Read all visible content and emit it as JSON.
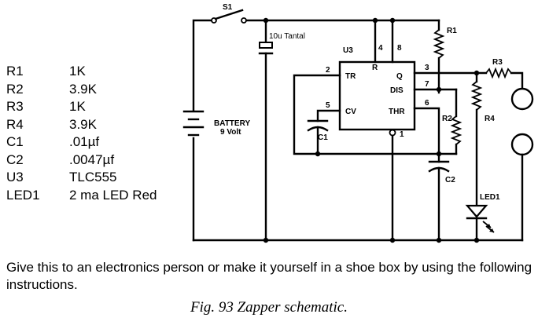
{
  "parts_list": [
    {
      "ref": "R1",
      "value": "1K"
    },
    {
      "ref": "R2",
      "value": "3.9K"
    },
    {
      "ref": "R3",
      "value": "1K"
    },
    {
      "ref": "R4",
      "value": "3.9K"
    },
    {
      "ref": "C1",
      "value": ".01µf"
    },
    {
      "ref": "C2",
      "value": ".0047µf"
    },
    {
      "ref": "U3",
      "value": "TLC555"
    },
    {
      "ref": "LED1",
      "value": "2 ma LED Red"
    }
  ],
  "schematic": {
    "switch_label": "S1",
    "cap_label": "10u Tantal",
    "battery_label": "BATTERY",
    "battery_voltage": "9 Volt",
    "ic_ref": "U3",
    "pin_labels": {
      "tr": "TR",
      "r": "R",
      "q": "Q",
      "dis": "DIS",
      "cv": "CV",
      "thr": "THR"
    },
    "pin_numbers": {
      "p4": "4",
      "p8": "8",
      "p2": "2",
      "p3": "3",
      "p7": "7",
      "p5": "5",
      "p6": "6",
      "p1": "1"
    },
    "r1_label": "R1",
    "r2_label": "R2",
    "r3_label": "R3",
    "r4_label": "R4",
    "c1_label": "C1",
    "c2_label": "C2",
    "led_label": "LED1"
  },
  "caption": "Give this to an electronics person or make it yourself in a shoe box by using the following instructions.",
  "figure_caption": "Fig. 93 Zapper schematic."
}
